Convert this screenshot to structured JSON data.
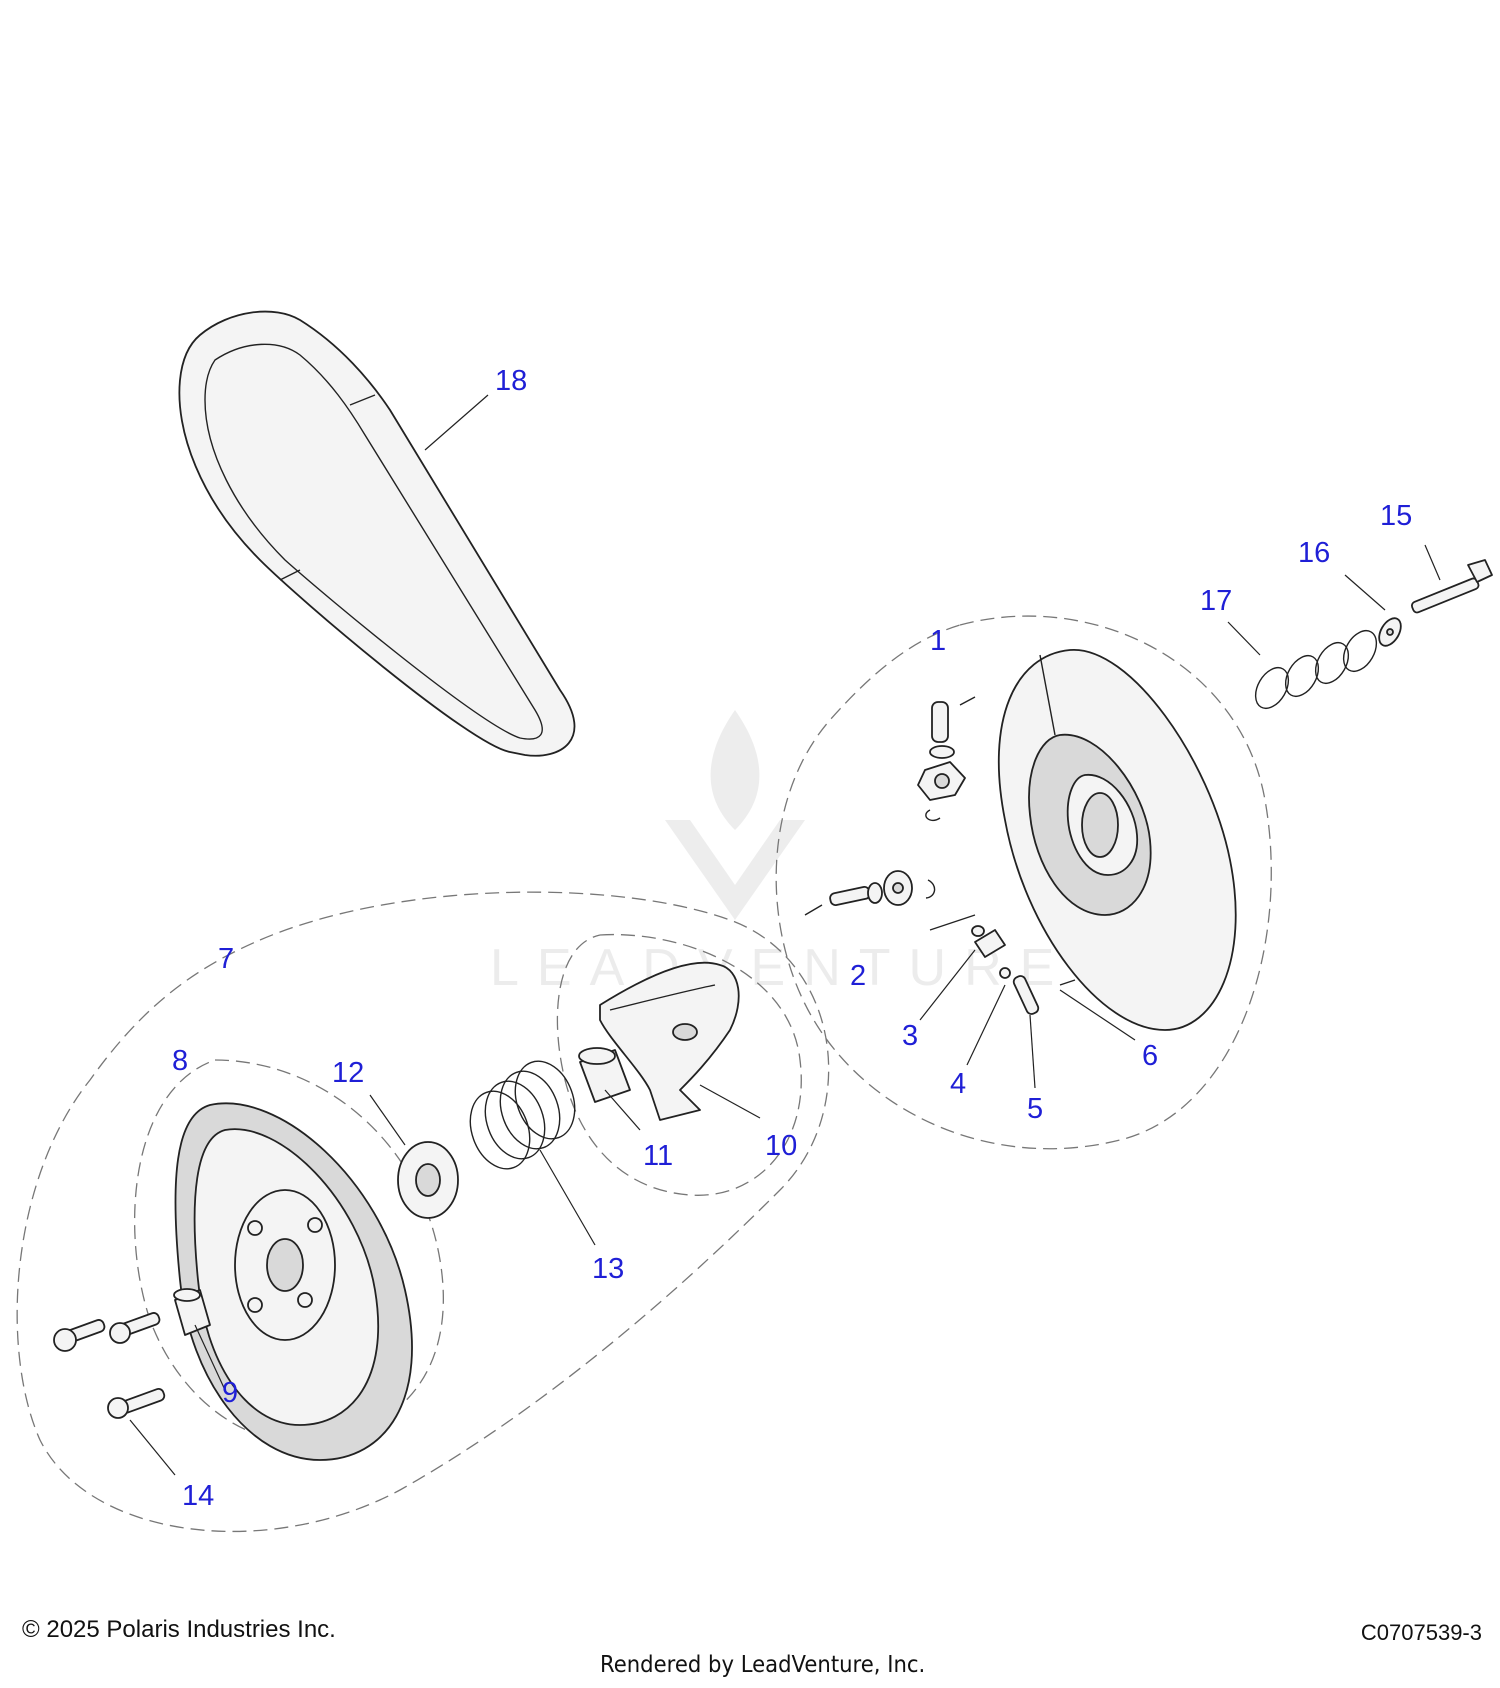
{
  "diagram": {
    "callouts": [
      {
        "id": "1",
        "label": "1"
      },
      {
        "id": "2",
        "label": "2"
      },
      {
        "id": "3",
        "label": "3"
      },
      {
        "id": "4",
        "label": "4"
      },
      {
        "id": "5",
        "label": "5"
      },
      {
        "id": "6",
        "label": "6"
      },
      {
        "id": "7",
        "label": "7"
      },
      {
        "id": "8",
        "label": "8"
      },
      {
        "id": "9",
        "label": "9"
      },
      {
        "id": "10",
        "label": "10"
      },
      {
        "id": "11",
        "label": "11"
      },
      {
        "id": "12",
        "label": "12"
      },
      {
        "id": "13",
        "label": "13"
      },
      {
        "id": "14",
        "label": "14"
      },
      {
        "id": "15",
        "label": "15"
      },
      {
        "id": "16",
        "label": "16"
      },
      {
        "id": "17",
        "label": "17"
      },
      {
        "id": "18",
        "label": "18"
      }
    ],
    "callout_color": "#1f1fd6",
    "watermark_text": "LEADVENTURE"
  },
  "footer": {
    "copyright": "© 2025 Polaris Industries Inc.",
    "rendered_by": "Rendered by LeadVenture, Inc.",
    "drawing_number": "C0707539-3"
  }
}
